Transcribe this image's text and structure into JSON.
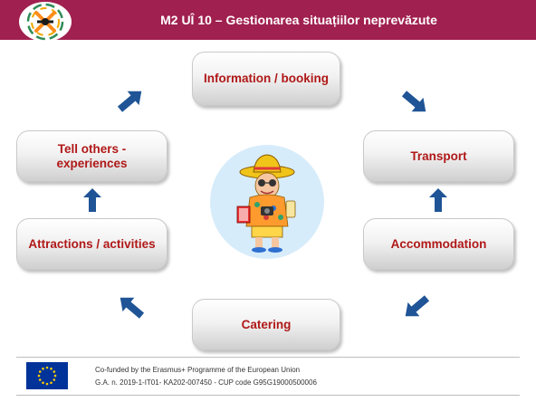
{
  "header": {
    "title": "M2 UÎ 10 – Gestionarea situațiilor neprevăzute",
    "background_color": "#a0204f"
  },
  "nodes": {
    "information": "Information / booking",
    "transport": "Transport",
    "accommodation": "Accommodation",
    "catering": "Catering",
    "attractions": "Attractions / activities",
    "tell_others": "Tell others - experiences"
  },
  "colors": {
    "node_text": "#b01818",
    "arrow": "#1f5496"
  },
  "center_image": "cartoon-tourist-illustration",
  "footer": {
    "line1": "Co-funded by the Erasmus+ Programme of the European Union",
    "line2": "G.A. n. 2019-1-IT01- KA202-007450 - CUP code G95G19000500006",
    "flag": "eu-flag-icon"
  }
}
